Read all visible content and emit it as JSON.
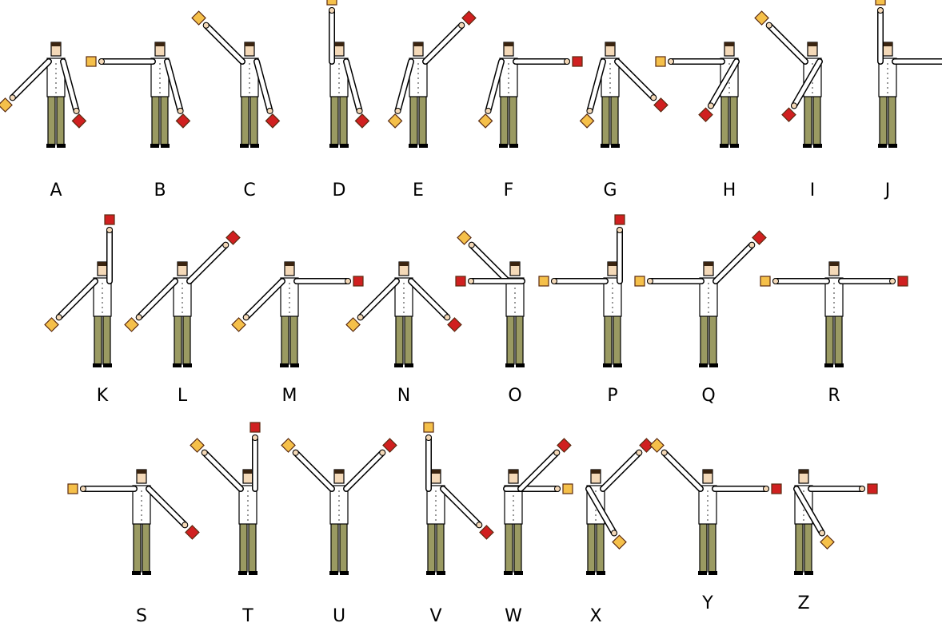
{
  "colors": {
    "flag_left": "#f5c04a",
    "flag_right": "#d02020",
    "flag_outline": "#5a2a10",
    "shirt": "#ffffff",
    "outline": "#000000",
    "trousers": "#9a9a62",
    "skin": "#f4d9b8",
    "hair": "#3a2410"
  },
  "letters": [
    {
      "letter": "A",
      "left": "low",
      "right": "down"
    },
    {
      "letter": "B",
      "left": "out",
      "right": "down"
    },
    {
      "letter": "C",
      "left": "high",
      "right": "down"
    },
    {
      "letter": "D",
      "left": "up",
      "right": "down"
    },
    {
      "letter": "E",
      "left": "down",
      "right": "high"
    },
    {
      "letter": "F",
      "left": "down",
      "right": "out"
    },
    {
      "letter": "G",
      "left": "down",
      "right": "low"
    },
    {
      "letter": "H",
      "left": "out",
      "right": "across-low"
    },
    {
      "letter": "I",
      "left": "high",
      "right": "across-low"
    },
    {
      "letter": "J",
      "left": "up",
      "right": "out"
    },
    {
      "letter": "K",
      "left": "low",
      "right": "up"
    },
    {
      "letter": "L",
      "left": "low",
      "right": "high"
    },
    {
      "letter": "M",
      "left": "low",
      "right": "out"
    },
    {
      "letter": "N",
      "left": "low",
      "right": "low"
    },
    {
      "letter": "O",
      "left": "high",
      "right": "across-out"
    },
    {
      "letter": "P",
      "left": "out",
      "right": "up"
    },
    {
      "letter": "Q",
      "left": "out",
      "right": "high"
    },
    {
      "letter": "R",
      "left": "out",
      "right": "out"
    },
    {
      "letter": "S",
      "left": "out",
      "right": "low"
    },
    {
      "letter": "T",
      "left": "high",
      "right": "up"
    },
    {
      "letter": "U",
      "left": "high",
      "right": "high"
    },
    {
      "letter": "V",
      "left": "up",
      "right": "low"
    },
    {
      "letter": "W",
      "left": "across-out",
      "right": "high"
    },
    {
      "letter": "X",
      "left": "across-low",
      "right": "high"
    },
    {
      "letter": "Y",
      "left": "high",
      "right": "out"
    },
    {
      "letter": "Z",
      "left": "across-low",
      "right": "out"
    }
  ]
}
